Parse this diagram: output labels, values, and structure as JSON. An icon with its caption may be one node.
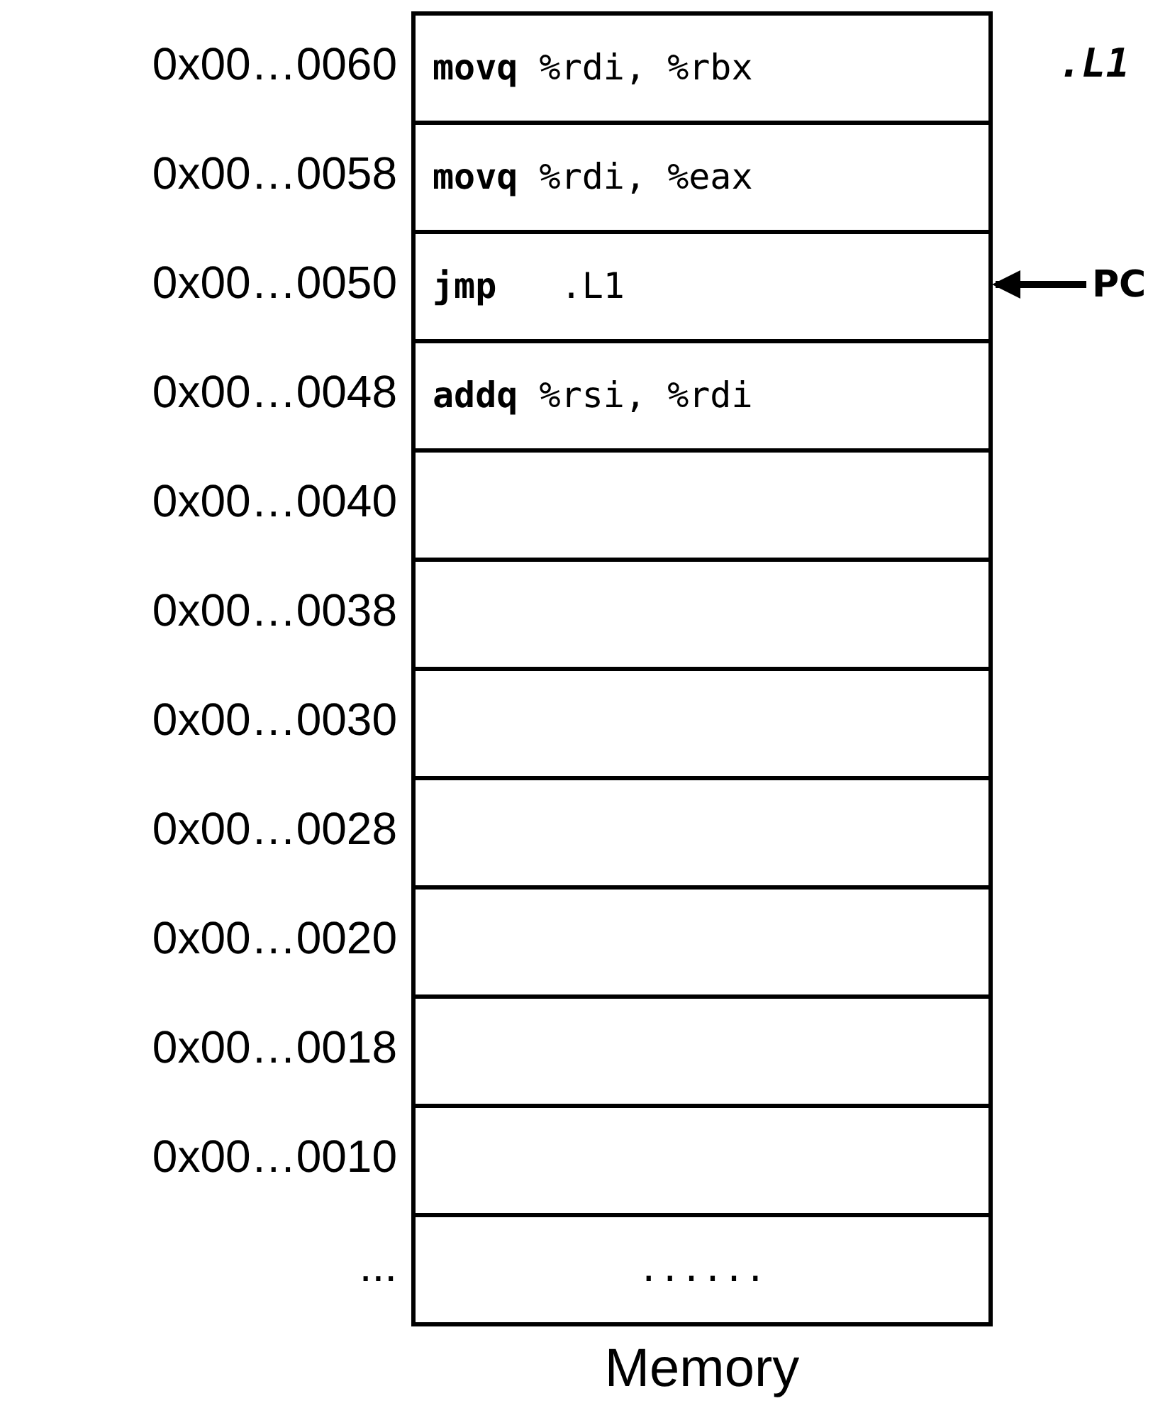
{
  "diagram": {
    "nodes": [
      {
        "text": [
          "**movq** %rdi, %rbx"
        ],
        "beside": [
          "0x00…0060"
        ]
      },
      {
        "text": [
          "**movq** %rdi, %eax"
        ],
        "beside": [
          "0x00…0058"
        ]
      },
      {
        "text": [
          "**jmp**   .L1"
        ],
        "beside": [
          "0x00…0050"
        ]
      },
      {
        "text": [
          "**addq** %rsi, %rdi"
        ],
        "beside": [
          "0x00…0048"
        ]
      },
      {
        "text": [],
        "shape": "box",
        "beside": [
          "0x00…0040"
        ]
      },
      {
        "text": [],
        "shape": "box",
        "beside": [
          "0x00…0038"
        ]
      },
      {
        "text": [],
        "shape": "box",
        "beside": [
          "0x00…0030"
        ]
      },
      {
        "text": [],
        "shape": "box",
        "beside": [
          "0x00…0028"
        ]
      },
      {
        "text": [],
        "shape": "box",
        "beside": [
          "0x00…0020"
        ]
      },
      {
        "text": [],
        "shape": "box",
        "beside": [
          "0x00…0018"
        ]
      },
      {
        "text": [],
        "shape": "box",
        "beside": [
          "0x00…0010"
        ]
      },
      {
        "text": [
          "......"
        ],
        "beside": [
          "..."
        ]
      },
      {
        "text": [
          "PC"
        ]
      }
    ],
    "edges": [
      {
        "from": 12,
        "to": 2,
        "arrow": "to"
      }
    ],
    "labels": [
      ".L1",
      "Memory"
    ]
  }
}
